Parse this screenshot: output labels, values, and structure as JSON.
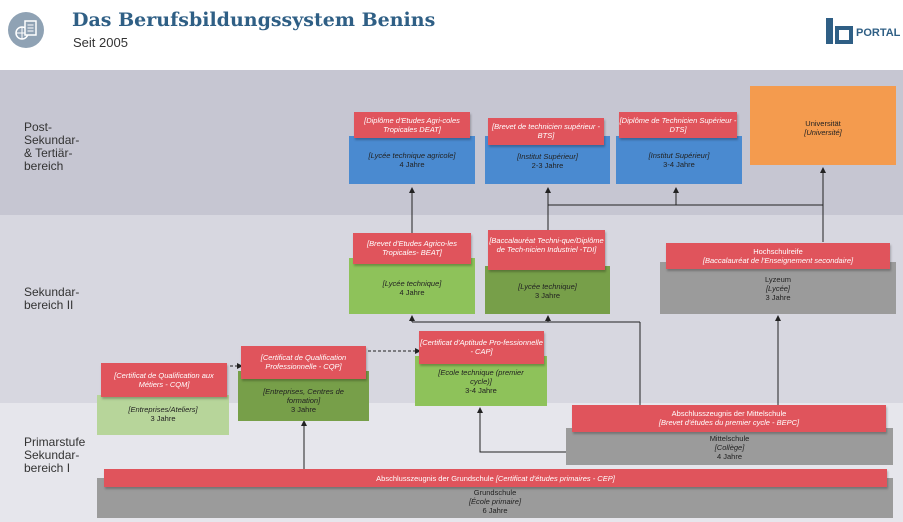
{
  "header": {
    "title": "Das Berufsbildungssystem Benins",
    "subtitle": "Seit 2005",
    "logo_text": "PORTAL",
    "icon": "globe-document-icon",
    "colors": {
      "title": "#2f5f85",
      "logo": "#2f5f85"
    }
  },
  "bands": [
    {
      "label": "Post-\nSekundar-\n& Tertiär-\nbereich",
      "color": "#c6c6d2"
    },
    {
      "label": "Sekundar-\nbereich II",
      "color": "#d7d7e0"
    },
    {
      "label": "Primarstufe\nSekundar-\nbereich I",
      "color": "#e6e6ec"
    }
  ],
  "boxes": {
    "lycee_agricole": {
      "inst": "[Lycée technique agricole]",
      "years": "4 Jahre",
      "cert": "[Diplôme d'Etudes Agri-coles Tropicales DEAT]"
    },
    "institut_bts": {
      "inst": "[Institut Supérieur]",
      "years": "2-3 Jahre",
      "cert": "[Brevet de technicien supérieur - BTS]"
    },
    "institut_dts": {
      "inst": "[Institut Supérieur]",
      "years": "3-4 Jahre",
      "cert": "[Diplôme de Technicien Supérieur - DTS]"
    },
    "universitaet": {
      "name": "Universität",
      "inst": "[Université]"
    },
    "lycee_beat": {
      "inst": "[Lycée technique]",
      "years": "4 Jahre",
      "cert": "[Brevet d'Etudes Agrico-les Tropicales- BEAT]"
    },
    "lycee_bac": {
      "inst": "[Lycée technique]",
      "years": "3 Jahre",
      "cert": "[Baccalauréat Techni-que/Diplôme de Tech-nicien Industriel -TDI]"
    },
    "lyzeum": {
      "name": "Lyzeum",
      "inst": "[Lycée]",
      "years": "3 Jahre",
      "cert_name": "Hochschulreife",
      "cert": "[Baccalauréat de l'Enseignement secondaire]"
    },
    "ateliers": {
      "inst": "[Entreprises/Ateliers]",
      "years": "3 Jahre",
      "cert": "[Certificat de Qualification aux Métiers - CQM]"
    },
    "entreprises": {
      "inst": "[Entreprises, Centres de formation]",
      "years": "3 Jahre",
      "cert": "[Certificat de Qualification Professionnelle - CQP]"
    },
    "ecole_technique": {
      "inst": "[Ecole technique (premier cycle)]",
      "years": "3-4 Jahre",
      "cert": "[Certificat d'Aptitude Pro-fessionnelle - CAP]"
    },
    "mittelschule": {
      "name": "Mittelschule",
      "inst": "[Collège]",
      "years": "4 Jahre",
      "cert_name": "Abschlusszeugnis der Mittelschule",
      "cert": "[Brevet d'études du premier cycle - BEPC]"
    },
    "grundschule": {
      "name": "Grundschule",
      "inst": "[École primaire]",
      "years": "6 Jahre",
      "cert_name": "Abschlusszeugnis der Grundschule",
      "cert": "[Certificat d'études primaires - CEP]"
    }
  }
}
